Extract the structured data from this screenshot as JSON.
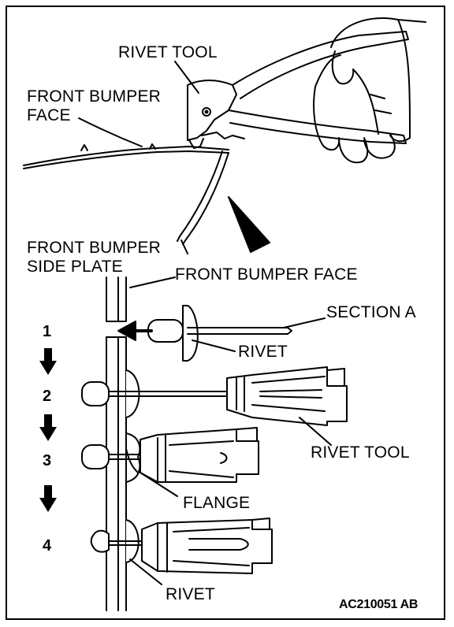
{
  "labels": {
    "rivet_tool_top": "RIVET TOOL",
    "front_bumper_face_top_line1": "FRONT BUMPER",
    "front_bumper_face_top_line2": "FACE",
    "front_bumper_side_plate_line1": "FRONT BUMPER",
    "front_bumper_side_plate_line2": "SIDE PLATE",
    "front_bumper_face_detail": "FRONT BUMPER FACE",
    "section_a": "SECTION A",
    "rivet_upper": "RIVET",
    "rivet_tool_detail": "RIVET TOOL",
    "flange": "FLANGE",
    "rivet_lower": "RIVET",
    "figure_code": "AC210051 AB"
  },
  "steps": [
    "1",
    "2",
    "3",
    "4"
  ]
}
